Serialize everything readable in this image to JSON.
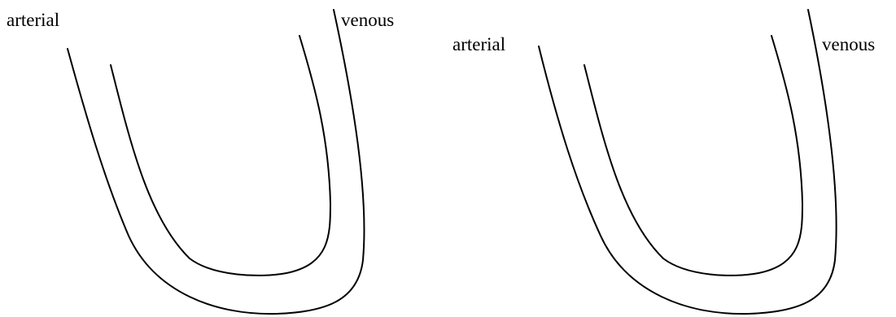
{
  "panels": [
    {
      "arterial_label": "arterial",
      "venous_label": "venous"
    },
    {
      "arterial_label": "arterial",
      "venous_label": "venous"
    }
  ],
  "colors": {
    "line": "#000000",
    "background": "#ffffff"
  }
}
